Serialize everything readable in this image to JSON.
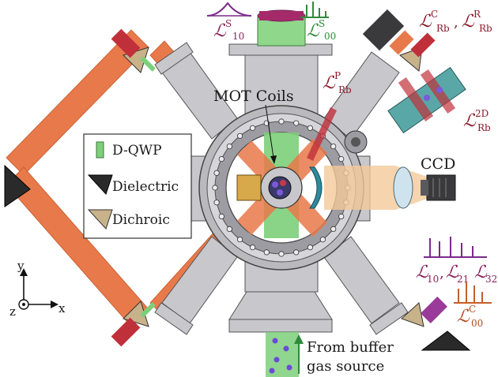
{
  "labels": {
    "mot_coils": "MOT Coils",
    "ccd": "CCD",
    "legend_dqwp": "D-QWP",
    "legend_dielectric": "Dielectric",
    "legend_dichroic": "Dichroic",
    "from_buffer": "From buffer",
    "gas_source": "gas source",
    "axis_y": "y",
    "axis_x": "x",
    "axis_z": "z",
    "script_L": "ℒ",
    "sup_S": "S",
    "sub_10": "10",
    "sub_00": "00",
    "sup_C": "C",
    "sup_R": "R",
    "sub_Rb": "Rb",
    "sup_P": "P",
    "sup_2D": "2D",
    "sub_21": "21",
    "sub_32": "32",
    "comma": ","
  },
  "colors": {
    "chamber": "#c8c8cc",
    "chamber_edge": "#555558",
    "beam_orange": "#e8794a",
    "beam_red": "#c0303a",
    "green_qwp": "#7dcf7a",
    "ccd_beam": "#f3c99a",
    "magenta": "#8a1f5a",
    "rb_red": "#8a1a2a",
    "orange_text": "#b34a1e",
    "green_spec": "#2e8a3a",
    "purple_spec": "#7a2a8a",
    "teal_2d": "#3a8a8a"
  }
}
